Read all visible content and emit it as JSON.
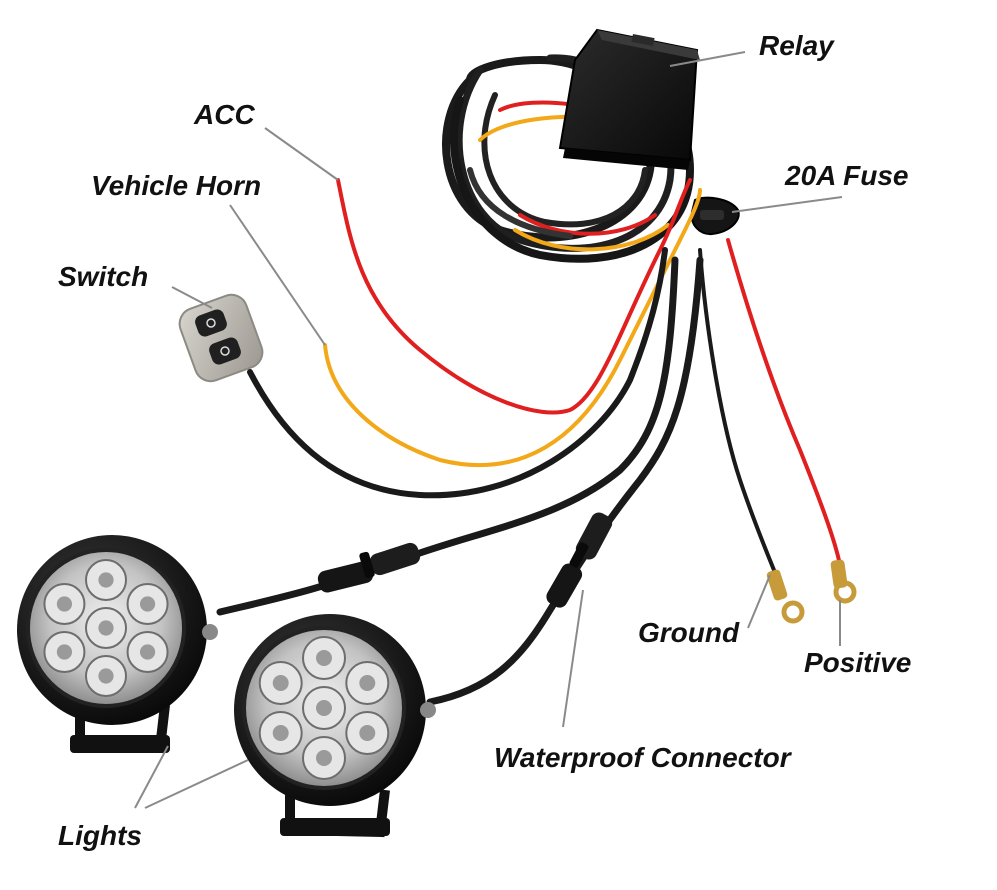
{
  "labels": {
    "relay": "Relay",
    "acc": "ACC",
    "vehicle_horn": "Vehicle Horn",
    "fuse": "20A Fuse",
    "switch": "Switch",
    "ground": "Ground",
    "positive": "Positive",
    "waterproof_connector": "Waterproof Connector",
    "lights": "Lights"
  },
  "colors": {
    "background": "#ffffff",
    "wire_black": "#1a1a1a",
    "wire_red": "#e02020",
    "wire_yellow": "#f2a818",
    "leader_line": "#8a8a8a",
    "relay_body": "#141414",
    "switch_body": "#bdbab2",
    "lamp_housing": "#121212",
    "lamp_lens": "#c9c9c9"
  },
  "icons": {
    "relay": "relay-box-icon",
    "fuse": "inline-fuse-holder-icon",
    "switch": "two-button-switch-icon",
    "light": "round-led-light-icon"
  }
}
